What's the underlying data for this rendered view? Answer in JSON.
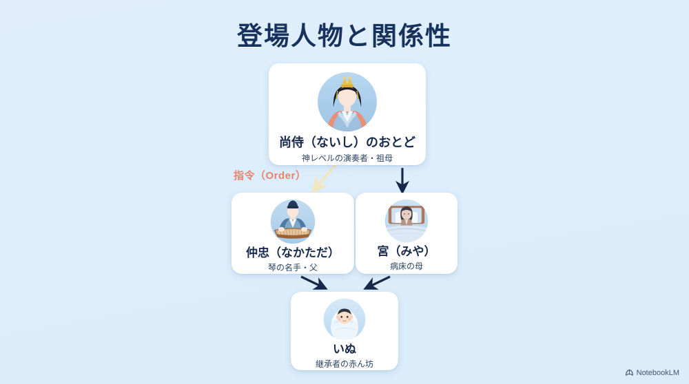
{
  "page": {
    "title": "登場人物と関係性",
    "background_color": "#dceefb",
    "title_color": "#17325c"
  },
  "cards": [
    {
      "id": "naishi",
      "name": "尚侍（ないし）のおとど",
      "role": "神レベルの演奏者・祖母",
      "avatar": "court-lady-with-crown-avatar"
    },
    {
      "id": "nakatada",
      "name": "仲忠（なかただ）",
      "role": "琴の名手・父",
      "avatar": "nobleman-playing-koto-avatar"
    },
    {
      "id": "miya",
      "name": "宮（みや）",
      "role": "病床の母",
      "avatar": "woman-in-sickbed-avatar"
    },
    {
      "id": "inu",
      "name": "いぬ",
      "role": "継承者の赤ん坊",
      "avatar": "swaddled-baby-avatar"
    }
  ],
  "connectors": {
    "order_label": "指令（Order）",
    "order_label_color": "#e8836d",
    "order_arrow_color": "#f5eccb",
    "arrow_color": "#16294a"
  },
  "watermark": {
    "label": "NotebookLM",
    "icon": "notebooklm-icon"
  }
}
